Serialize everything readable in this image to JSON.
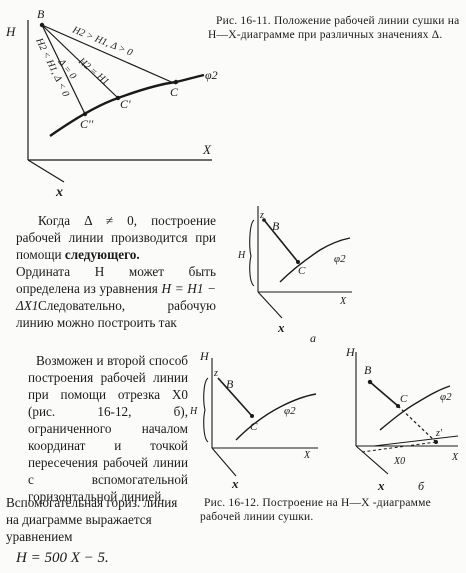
{
  "figure_11": {
    "caption": "Рис. 16-11. Положение рабочей линии сушки на H—X-диаграмме при различных значениях Δ.",
    "axis_y": "H",
    "axis_x": "X",
    "axis_z": "x",
    "points": {
      "B": "B",
      "C": "C",
      "C1": "C'",
      "C2": "C''"
    },
    "curve_label": "φ2",
    "line_labels": {
      "top": "H2 > H1, Δ > 0",
      "mid": "H2 = H1",
      "low": "Δ = 0",
      "left": "H2 < H1, Δ < 0"
    }
  },
  "text_1": {
    "p1": "Когда Δ ≠ 0, построение рабочей линии производится при помощи",
    "p1_emph": "следующего.",
    "p2": "Ордината H может быть определена из уравнения",
    "p2_formula": "H = H1 − ΔX1",
    "p3": "Следовательно, рабочую линию можно построить так"
  },
  "figure_12": {
    "caption": "Рис. 16-12. Построение на H—X -диаграмме рабочей линии сушки.",
    "sub_a": "а",
    "sub_b": "б",
    "axis_y": "H",
    "axis_x": "X",
    "axis_z": "x",
    "point_B": "B",
    "point_C": "C",
    "point_z": "z",
    "point_z2": "z'",
    "x0_label": "X0",
    "h_label": "H",
    "curve_label": "φ2"
  },
  "text_2": {
    "p4": "Возможен и второй способ построения рабочей линии при помощи отрезка X0 (рис. 16-12, б), ограниченного началом координат и точкой пересечения рабочей линии с вспомогательной горизонтальной линией.",
    "p5": "Вспомогательная гориз. линия на диаграмме выражается уравнением",
    "equation": "H = 500 X − 5."
  }
}
